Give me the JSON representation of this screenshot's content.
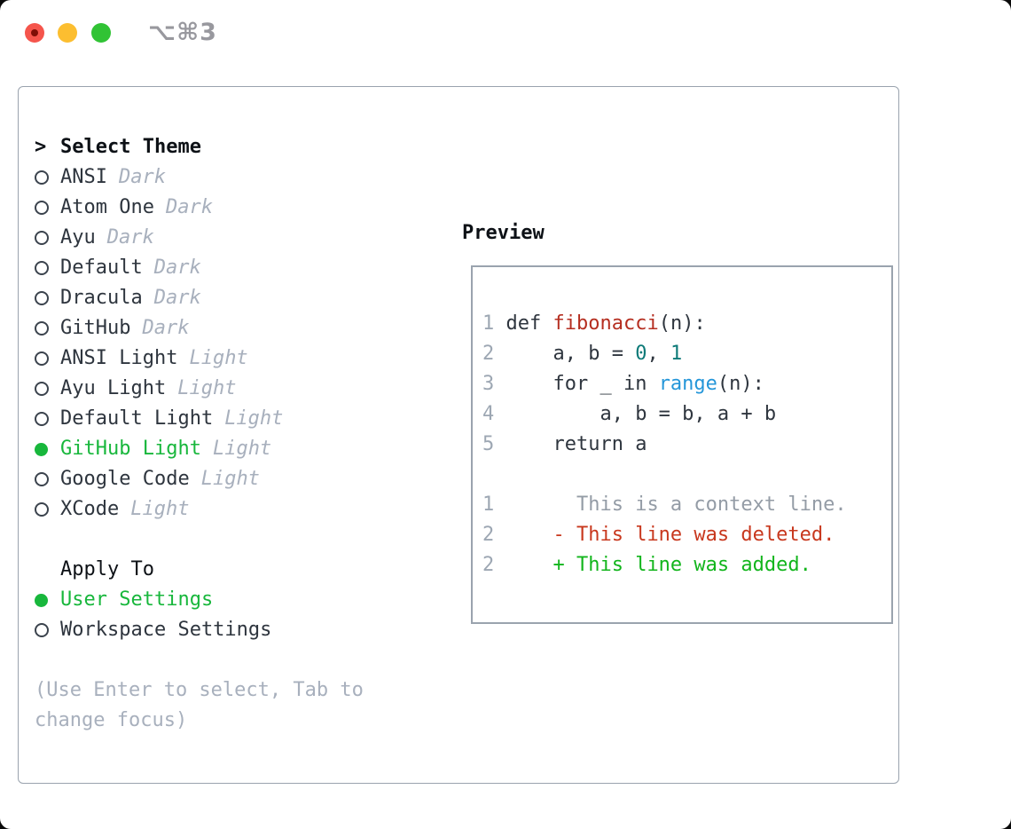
{
  "window": {
    "title": "⌥⌘3",
    "traffic_lights": [
      "close",
      "minimize",
      "zoom"
    ]
  },
  "theme_picker": {
    "prompt": ">",
    "title": "Select Theme",
    "items": [
      {
        "label": "ANSI",
        "variant": "Dark",
        "selected": false
      },
      {
        "label": "Atom One",
        "variant": "Dark",
        "selected": false
      },
      {
        "label": "Ayu",
        "variant": "Dark",
        "selected": false
      },
      {
        "label": "Default",
        "variant": "Dark",
        "selected": false
      },
      {
        "label": "Dracula",
        "variant": "Dark",
        "selected": false
      },
      {
        "label": "GitHub",
        "variant": "Dark",
        "selected": false
      },
      {
        "label": "ANSI Light",
        "variant": "Light",
        "selected": false
      },
      {
        "label": "Ayu Light",
        "variant": "Light",
        "selected": false
      },
      {
        "label": "Default Light",
        "variant": "Light",
        "selected": false
      },
      {
        "label": "GitHub Light",
        "variant": "Light",
        "selected": true
      },
      {
        "label": "Google Code",
        "variant": "Light",
        "selected": false
      },
      {
        "label": "XCode",
        "variant": "Light",
        "selected": false
      }
    ],
    "apply_to": {
      "title": "Apply To",
      "options": [
        {
          "label": "User Settings",
          "selected": true
        },
        {
          "label": "Workspace Settings",
          "selected": false
        }
      ]
    },
    "hint_lines": [
      "(Use Enter to select, Tab to",
      "change focus)"
    ]
  },
  "preview": {
    "title": "Preview",
    "lines": [
      {
        "num": "1",
        "tokens": [
          {
            "t": "def ",
            "c": "plain"
          },
          {
            "t": "fibonacci",
            "c": "fn"
          },
          {
            "t": "(n):",
            "c": "plain"
          }
        ]
      },
      {
        "num": "2",
        "tokens": [
          {
            "t": "    a, b = ",
            "c": "plain"
          },
          {
            "t": "0",
            "c": "num"
          },
          {
            "t": ", ",
            "c": "plain"
          },
          {
            "t": "1",
            "c": "num"
          }
        ]
      },
      {
        "num": "3",
        "tokens": [
          {
            "t": "    for _ in ",
            "c": "plain"
          },
          {
            "t": "range",
            "c": "call"
          },
          {
            "t": "(n):",
            "c": "plain"
          }
        ]
      },
      {
        "num": "4",
        "tokens": [
          {
            "t": "        a, b = b, a + b",
            "c": "plain"
          }
        ]
      },
      {
        "num": "5",
        "tokens": [
          {
            "t": "    return a",
            "c": "plain"
          }
        ]
      },
      {
        "num": "",
        "tokens": []
      },
      {
        "num": "1",
        "tokens": [
          {
            "t": "      This is a context line.",
            "c": "context"
          }
        ]
      },
      {
        "num": "2",
        "tokens": [
          {
            "t": "    - This line was deleted.",
            "c": "deleted"
          }
        ]
      },
      {
        "num": "2",
        "tokens": [
          {
            "t": "    + This line was added.",
            "c": "added"
          }
        ]
      }
    ]
  },
  "colors": {
    "text": "#2e353e",
    "header": "#0d1116",
    "muted": "#a8b0bd",
    "lineno": "#9da7b3",
    "ctx-gray": "#949ca6",
    "border": "#9aa3ae",
    "circle": "#3b434d",
    "accent-green": "#18b73c",
    "diff-add": "#12b51c",
    "diff-del": "#c8381e",
    "fn-red": "#b52e20",
    "num-teal": "#0d7a78",
    "call-blue": "#2496d9",
    "traffic-red": "#f5554c",
    "traffic-red-dot": "#7e0e06",
    "traffic-yellow": "#fcbe30",
    "traffic-green": "#31c335",
    "titlebar-text": "#98989e"
  }
}
